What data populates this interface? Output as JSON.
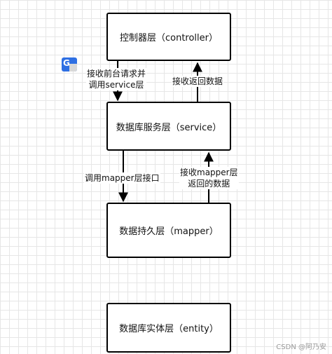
{
  "boxes": {
    "controller": "控制器层（controller）",
    "service": "数据库服务层（service）",
    "mapper": "数据持久层（mapper）",
    "entity": "数据库实体层（entity）"
  },
  "arrows": {
    "request_line1": "接收前台请求并",
    "request_line2": "调用service层",
    "return_label": "接收返回数据",
    "call_mapper": "调用mapper层接口",
    "receive_line1": "接收mapper层",
    "receive_line2": "返回的数据"
  },
  "watermark": "CSDN @阿乃安",
  "icon": {
    "name": "google-translate-icon",
    "letter": "G"
  }
}
